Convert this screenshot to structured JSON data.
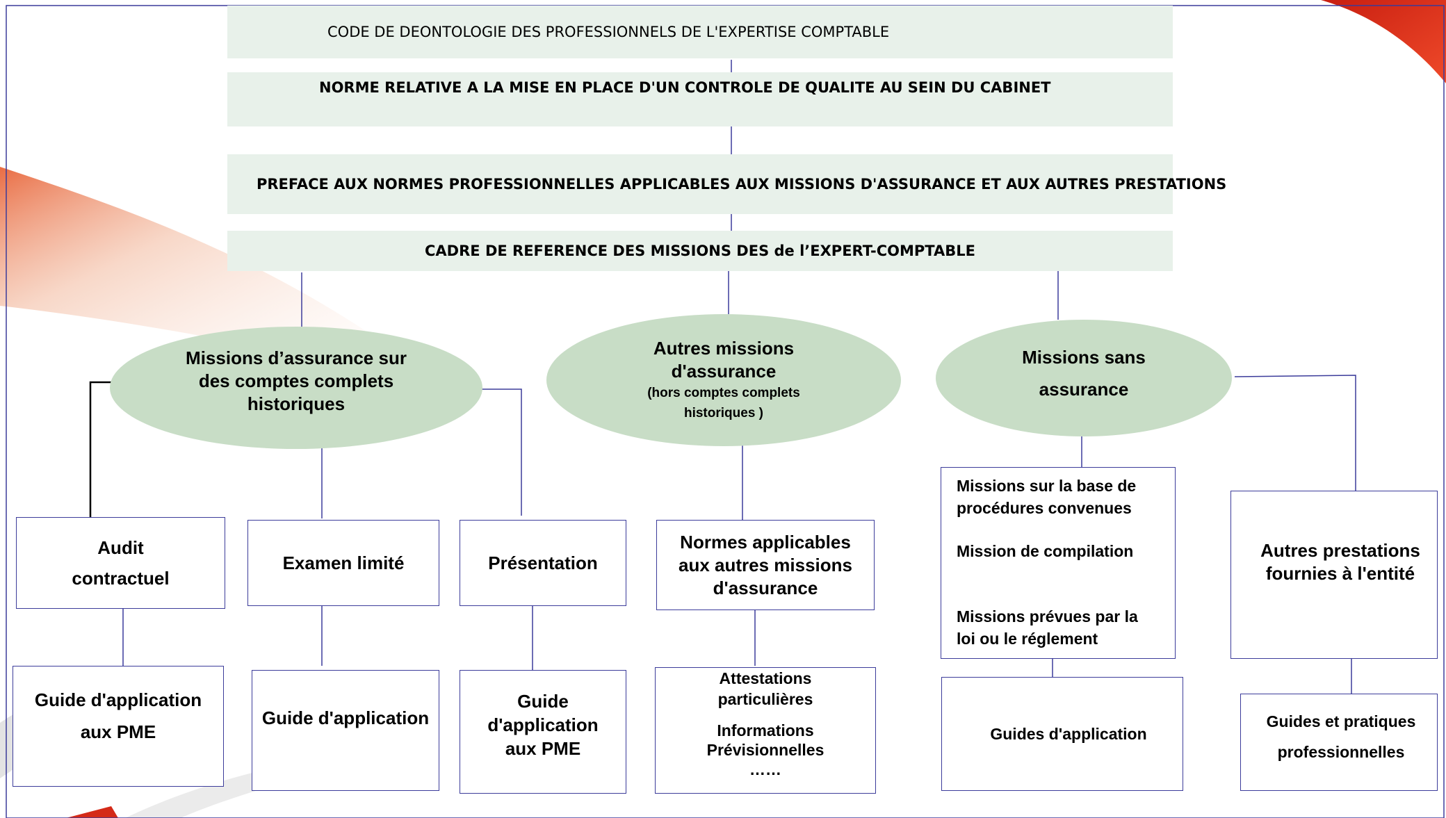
{
  "colors": {
    "banner_fill": "#e8f1ea",
    "oval_fill": "#c8ddc6",
    "box_border": "#3b3b9a",
    "connector": "#3b3b9a",
    "accent_red": "#e0301e"
  },
  "banners": {
    "code": "CODE DE DEONTOLOGIE DES PROFESSIONNELS  DE L'EXPERTISE COMPTABLE",
    "norme": "NORME RELATIVE A LA MISE EN PLACE D'UN CONTROLE DE QUALITE AU SEIN DU CABINET",
    "preface": "PREFACE AUX NORMES PROFESSIONNELLES APPLICABLES AUX MISSIONS D'ASSURANCE ET  AUX AUTRES PRESTATIONS",
    "cadre": "CADRE DE REFERENCE DES MISSIONS DES de l’EXPERT-COMPTABLE"
  },
  "ovals": {
    "assurance_historique": [
      "Missions d’assurance sur",
      "des comptes complets",
      "historiques"
    ],
    "autres_assurance": [
      "Autres missions",
      "d'assurance"
    ],
    "autres_assurance_sub": [
      "(hors comptes  complets",
      "historiques  )"
    ],
    "sans_assurance": [
      "Missions sans",
      "assurance"
    ]
  },
  "boxes": {
    "audit": [
      "Audit",
      "contractuel"
    ],
    "examen": "Examen limité",
    "presentation": "Présentation",
    "normes_autres": [
      "Normes applicables",
      "aux autres missions",
      "d'assurance"
    ],
    "missions_list": {
      "item1": [
        "Missions sur la base de",
        "procédures convenues"
      ],
      "item2": "Mission de compilation",
      "item3": [
        "Missions prévues par la",
        "loi ou le réglement"
      ]
    },
    "autres_prestations": [
      "Autres prestations",
      "fournies à l'entité"
    ],
    "guide_pme_1": [
      "Guide d'application",
      "aux PME"
    ],
    "guide_app": "Guide d'application",
    "guide_pme_2": [
      "Guide",
      "d'application",
      "aux PME"
    ],
    "attestations": {
      "line1": [
        "Attestations",
        "particulières"
      ],
      "line2": [
        "Informations",
        "Prévisionnelles",
        "……"
      ]
    },
    "guides_app": "Guides d'application",
    "guides_pratiques": [
      "Guides et pratiques",
      "professionnelles"
    ]
  }
}
